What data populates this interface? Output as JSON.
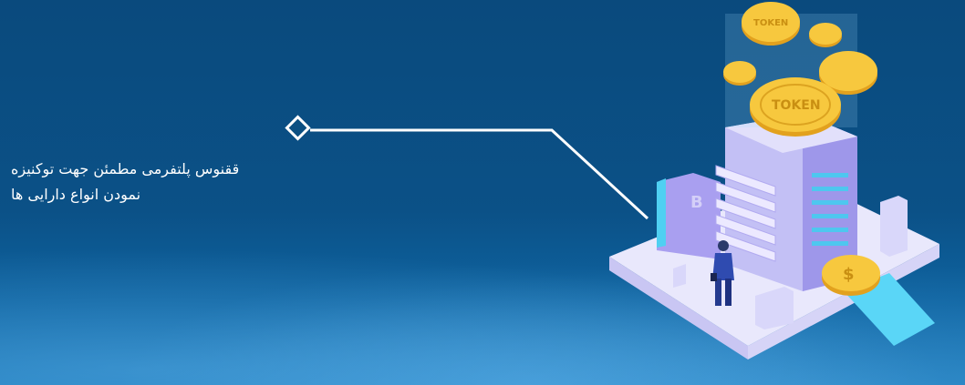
{
  "tagline": {
    "line1": "ققنوس پلتفرمی مطمئن جهت توکنیزه",
    "line2": "نمودن انواع دارایی ها"
  },
  "illustration": {
    "coin_label": "TOKEN",
    "dollar_symbol": "$",
    "bitcoin_symbol": "B",
    "icons": [
      "diamond-marker-icon",
      "token-coin-icon",
      "dollar-coin-icon",
      "bitcoin-icon",
      "businessman-icon"
    ]
  },
  "colors": {
    "background": "#0b4f82",
    "coin": "#f5c33b",
    "building": "#b8b4f0",
    "platform": "#e6e6fb",
    "accent": "#55d3f5"
  }
}
